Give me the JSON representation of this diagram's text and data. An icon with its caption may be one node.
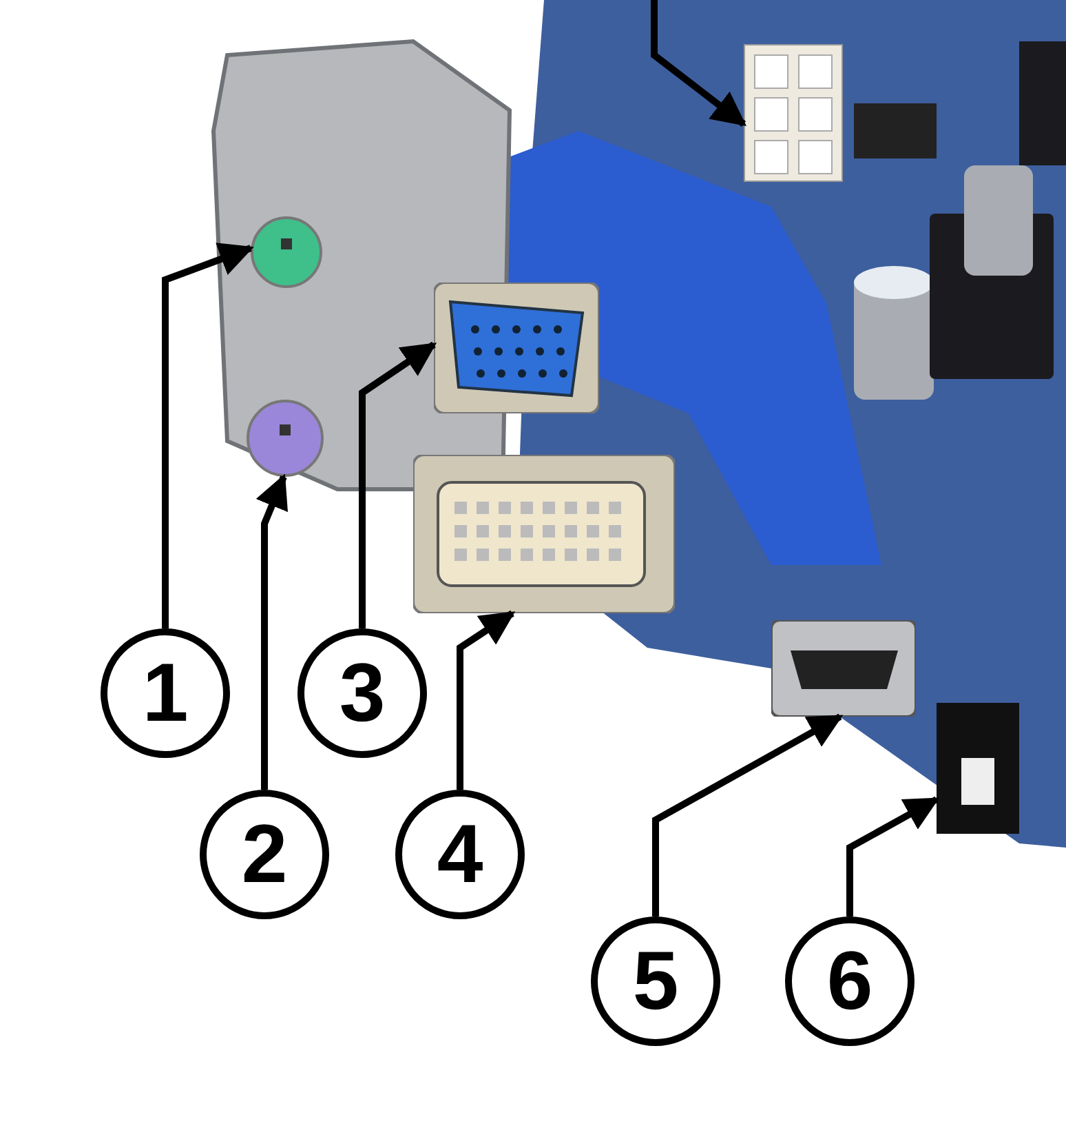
{
  "diagram": {
    "nodes": [
      {
        "text": [
          "1"
        ]
      },
      {
        "text": [
          "2"
        ]
      },
      {
        "text": [
          "3"
        ]
      },
      {
        "text": [
          "4"
        ]
      },
      {
        "text": [
          "5"
        ]
      },
      {
        "text": [
          "6"
        ]
      },
      {
        "text": [],
        "shape": "picture"
      },
      {
        "text": [],
        "shape": "picture"
      },
      {
        "text": [],
        "shape": "picture"
      },
      {
        "text": [],
        "shape": "picture"
      },
      {
        "text": [],
        "shape": "picture"
      },
      {
        "text": [],
        "shape": "picture"
      },
      {
        "text": [],
        "shape": "picture"
      }
    ],
    "edges": [
      {
        "from": 0,
        "to": 7,
        "arrow": "to"
      },
      {
        "from": 1,
        "to": 8,
        "arrow": "to"
      },
      {
        "from": 2,
        "to": 9,
        "arrow": "to"
      },
      {
        "from": 3,
        "to": 10,
        "arrow": "to"
      },
      {
        "from": 4,
        "to": 11,
        "arrow": "to"
      },
      {
        "from": 5,
        "to": 12,
        "arrow": "to"
      },
      {
        "from": null,
        "to": 6,
        "arrow": "to"
      }
    ]
  }
}
